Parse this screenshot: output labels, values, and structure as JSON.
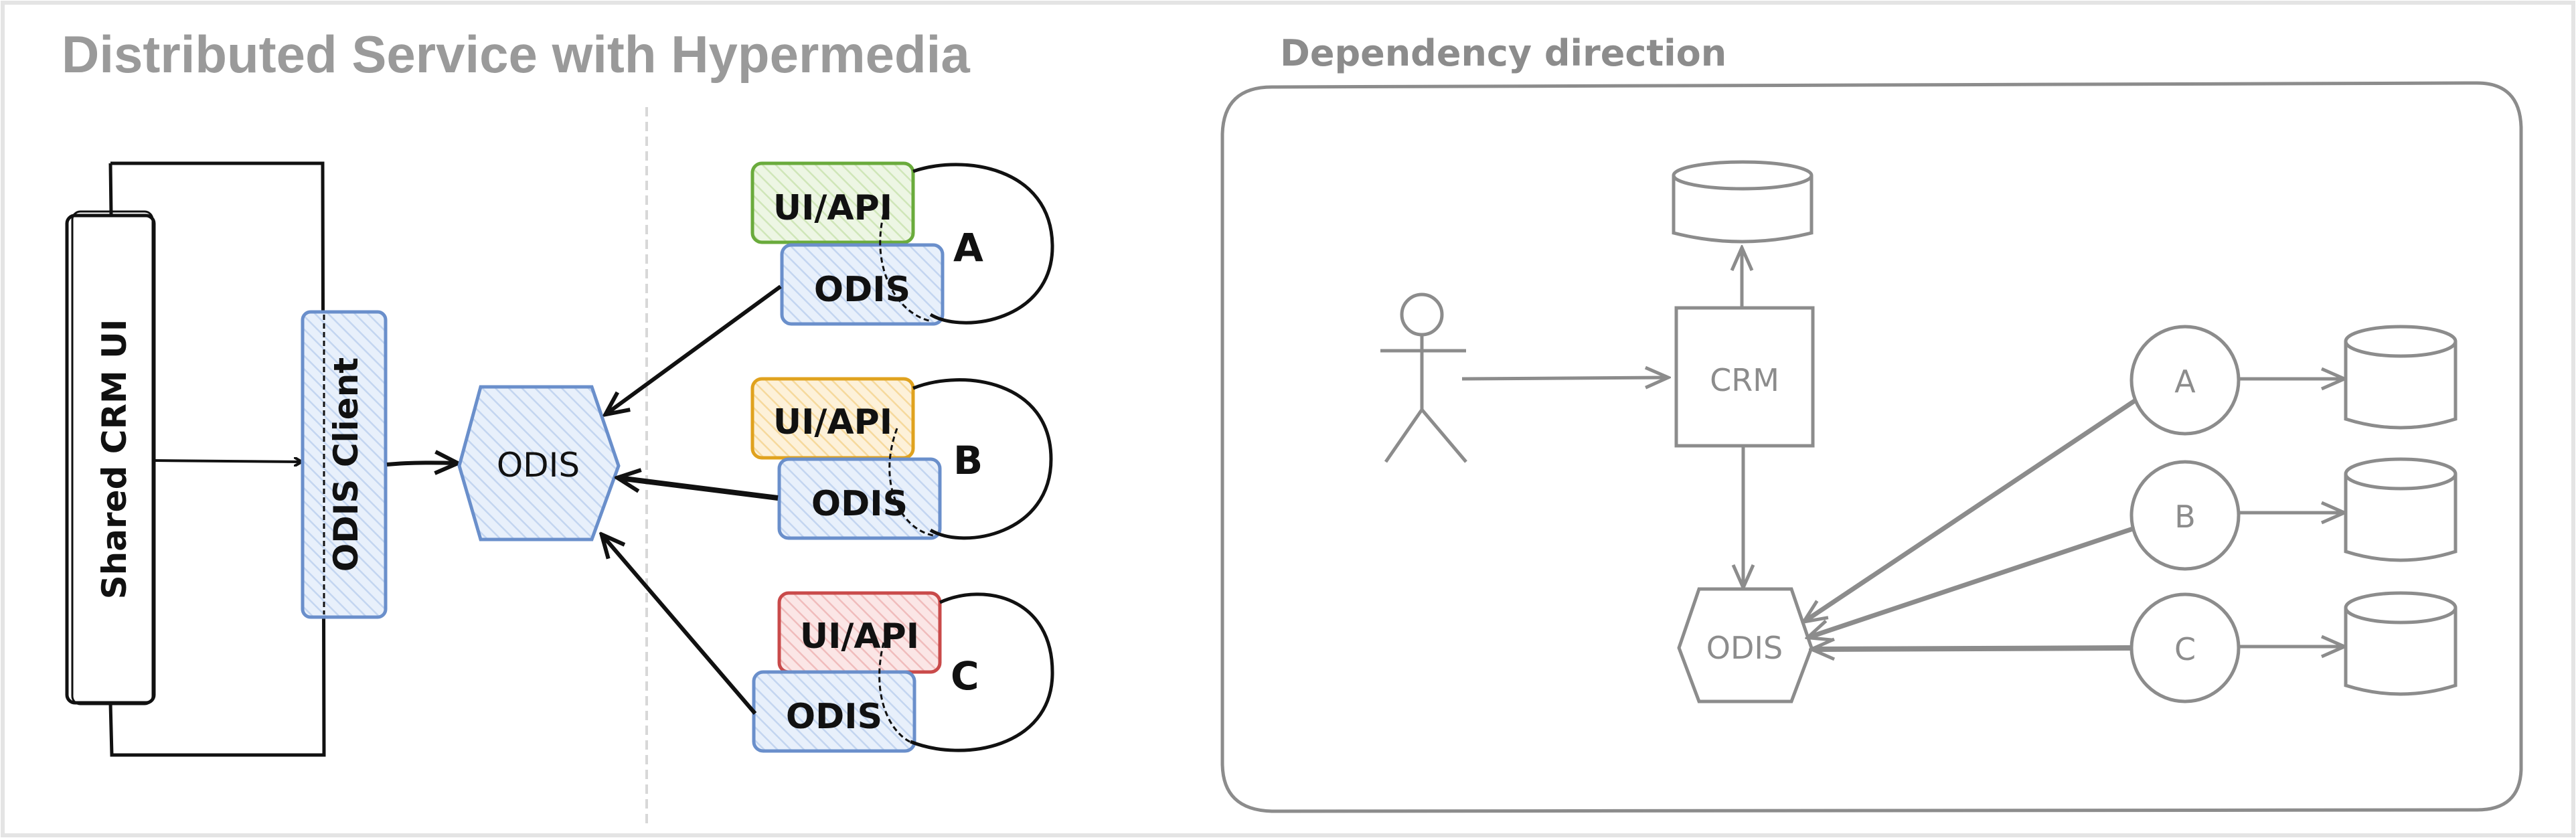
{
  "left": {
    "title": "Distributed Service with Hypermedia",
    "shared_ui": "Shared CRM UI",
    "client": "ODIS Client",
    "odis": "ODIS",
    "components": [
      {
        "ui": "UI/API",
        "odis": "ODIS",
        "letter": "A",
        "color": "#6aab3c"
      },
      {
        "ui": "UI/API",
        "odis": "ODIS",
        "letter": "B",
        "color": "#e0a21e"
      },
      {
        "ui": "UI/API",
        "odis": "ODIS",
        "letter": "C",
        "color": "#c94a4a"
      }
    ],
    "blue": "#6a8fcb"
  },
  "right": {
    "title": "Dependency direction",
    "crm": "CRM",
    "odis": "ODIS",
    "nodes": [
      "A",
      "B",
      "C"
    ],
    "gray": "#8c8c8c"
  }
}
